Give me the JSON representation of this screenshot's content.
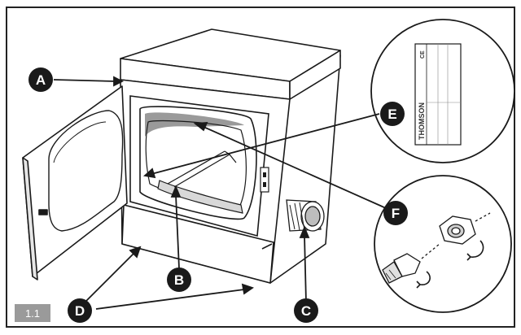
{
  "figure": {
    "number": "1.1",
    "badge_color": "#9a9a9a"
  },
  "callouts": [
    {
      "id": "A",
      "label": "A"
    },
    {
      "id": "B",
      "label": "B"
    },
    {
      "id": "C",
      "label": "C"
    },
    {
      "id": "D",
      "label": "D"
    },
    {
      "id": "E",
      "label": "E"
    },
    {
      "id": "F",
      "label": "F"
    }
  ],
  "rating_plate": {
    "brand": "THOMSON",
    "mark": "CE"
  },
  "colors": {
    "outline": "#1a1a1a",
    "callout_fill": "#1a1a1a",
    "drum_shade": "#9a9a9a",
    "border": "#222222"
  }
}
